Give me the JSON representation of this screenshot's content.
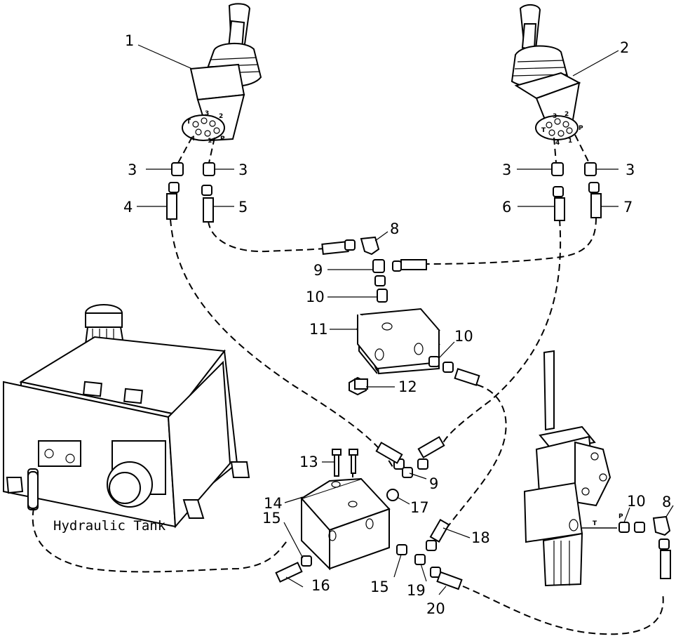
{
  "diagram": {
    "tank_label": "Hydraulic Tank",
    "callouts": [
      "1",
      "2",
      "3",
      "3",
      "3",
      "3",
      "4",
      "5",
      "6",
      "7",
      "8",
      "9",
      "10",
      "11",
      "10",
      "12",
      "13",
      "9",
      "14",
      "17",
      "15",
      "16",
      "15",
      "19",
      "20",
      "18",
      "10",
      "8"
    ],
    "port_labels": {
      "left_joystick": [
        "3",
        "2",
        "T",
        "4",
        "1",
        "P"
      ],
      "right_joystick": [
        "3",
        "2",
        "T",
        "4",
        "1",
        "P"
      ],
      "valve": [
        "P",
        "T"
      ]
    }
  }
}
